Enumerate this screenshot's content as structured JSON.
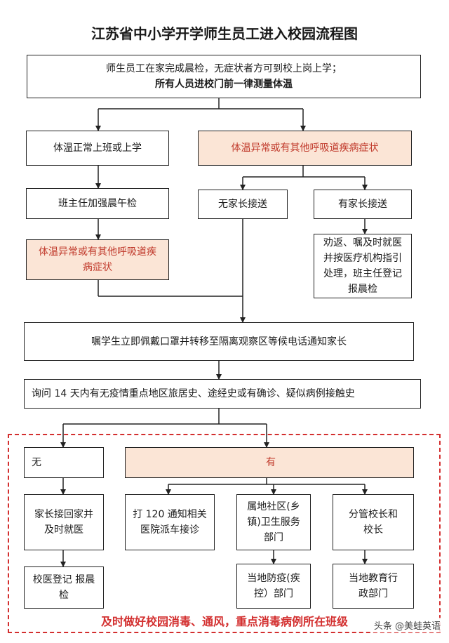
{
  "title": "江苏省中小学开学师生员工进入校园流程图",
  "nodes": {
    "n1_line1": "师生员工在家完成晨检，无症状者方可到校上岗上学；",
    "n1_line2": "所有人员进校门前一律测量体温",
    "normal": "体温正常上班或上学",
    "abnormal": "体温异常或有其他呼吸道疾病症状",
    "noon_check": "班主任加强晨午检",
    "no_parent": "无家长接送",
    "has_parent": "有家长接送",
    "abnormal2": "体温异常或有其他呼吸道疾病症状",
    "advise_home": "劝返、嘱及时就医并按医疗机构指引处理，班主任登记报晨检",
    "isolate": "嘱学生立即佩戴口罩并转移至隔离观察区等候电话通知家长",
    "inquire": "询问 14 天内有无疫情重点地区旅居史、途经史或有确诊、疑似病例接触史",
    "none": "无",
    "yes": "有",
    "parent_pickup": "家长接回家并及时就医",
    "call_120": "打 120 通知相关医院派车接诊",
    "community": "属地社区(乡镇)卫生服务部门",
    "principal": "分管校长和校长",
    "school_doctor": "校医登记 报晨检",
    "cdc": "当地防疫(疾控）部门",
    "edu_dept": "当地教育行政部门"
  },
  "footer_note": "及时做好校园消毒、通风，重点消毒病例所在班级",
  "watermark": "头条 @美蛙英语",
  "colors": {
    "alert_fill": "#fbe5d6",
    "alert_text": "#c0392b",
    "dash_border": "#d32f2f"
  }
}
